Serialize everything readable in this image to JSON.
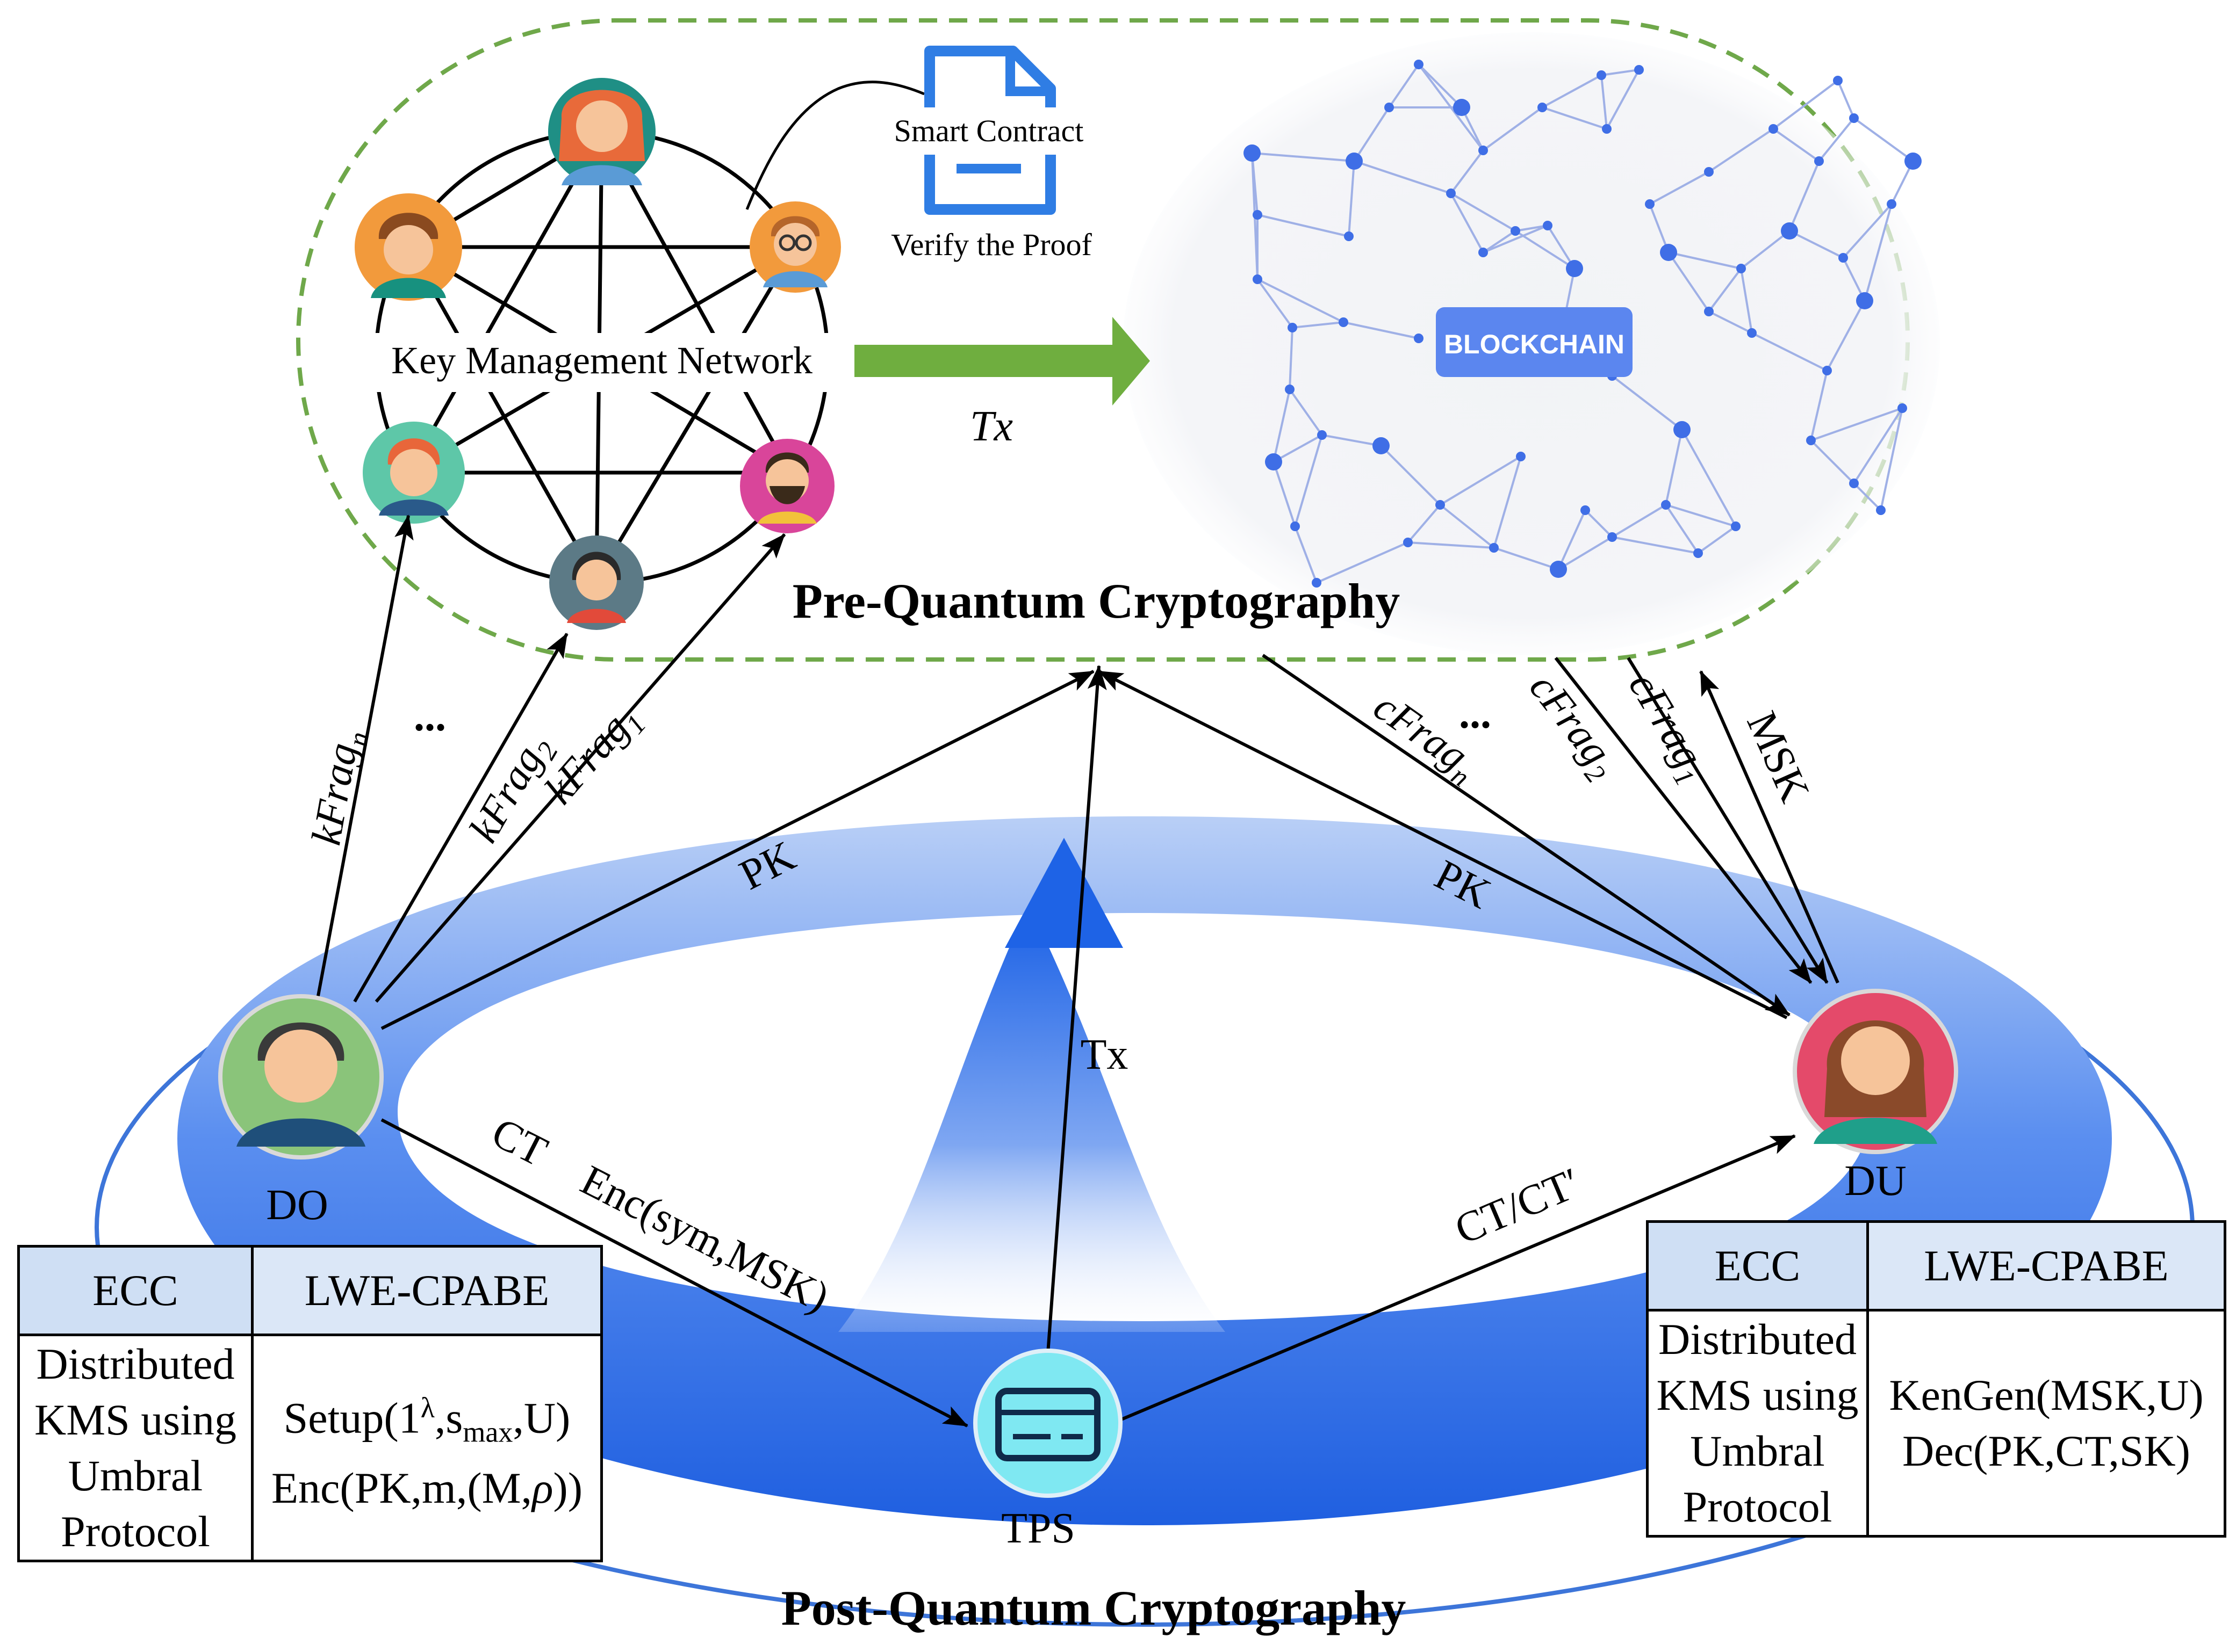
{
  "regions": {
    "pre_quantum": "Pre-Quantum Cryptography",
    "post_quantum": "Post-Quantum Cryptography"
  },
  "key_network": {
    "label": "Key Management Network",
    "node_icons": [
      "woman-avatar-icon",
      "man-avatar-icon",
      "man-glasses-avatar-icon",
      "man-avatar-icon",
      "man-beard-avatar-icon",
      "woman-headset-avatar-icon"
    ]
  },
  "smart_contract": {
    "label": "Smart Contract",
    "verify_label": "Verify the Proof",
    "icon": "document-icon"
  },
  "blockchain": {
    "label": "BLOCKCHAIN"
  },
  "entities": {
    "do": {
      "label": "DO",
      "icon": "man-avatar-icon"
    },
    "du": {
      "label": "DU",
      "icon": "woman-avatar-icon"
    },
    "tps": {
      "label": "TPS",
      "icon": "card-icon"
    }
  },
  "edges": {
    "tx_top": "Tx",
    "tx_tps": "Tx",
    "dots_left": "...",
    "dots_right": "...",
    "pk_left": "PK",
    "pk_right": "PK",
    "ct": "CT",
    "enc": "Enc(sym,MSK)",
    "ct_prime": "CT/CT′",
    "msk": "MSK",
    "kfrag": {
      "base": "kFrag",
      "subs": [
        "n",
        "2",
        "1"
      ]
    },
    "cfrag": {
      "base": "cFrag",
      "subs": [
        "n",
        "2",
        "1"
      ]
    }
  },
  "table_left": {
    "col1_header": "ECC",
    "col2_header": "LWE-CPABE",
    "col1_body": [
      "Distributed",
      "KMS using",
      "Umbral",
      "Protocol"
    ],
    "setup": {
      "pre": "Setup(1",
      "sup": "λ",
      "mid": ",s",
      "sub": "max",
      "post": ",U)"
    },
    "enc": {
      "pre": "Enc(PK,m,(M,",
      "rho": "ρ",
      "post": "))"
    }
  },
  "table_right": {
    "col1_header": "ECC",
    "col2_header": "LWE-CPABE",
    "col1_body": [
      "Distributed",
      "KMS using",
      "Umbral",
      "Protocol"
    ],
    "col2_body": [
      "KenGen(MSK,U)",
      "Dec(PK,CT,SK)"
    ]
  },
  "colors": {
    "dashed_border": "#6fa84a",
    "green_arrow": "#6fae3f",
    "ring_blue": "#2f6fe0",
    "blockchain_badge": "#5b86ef",
    "icon_blue": "#2f7de4",
    "tps_circle": "#7fe8f2"
  }
}
